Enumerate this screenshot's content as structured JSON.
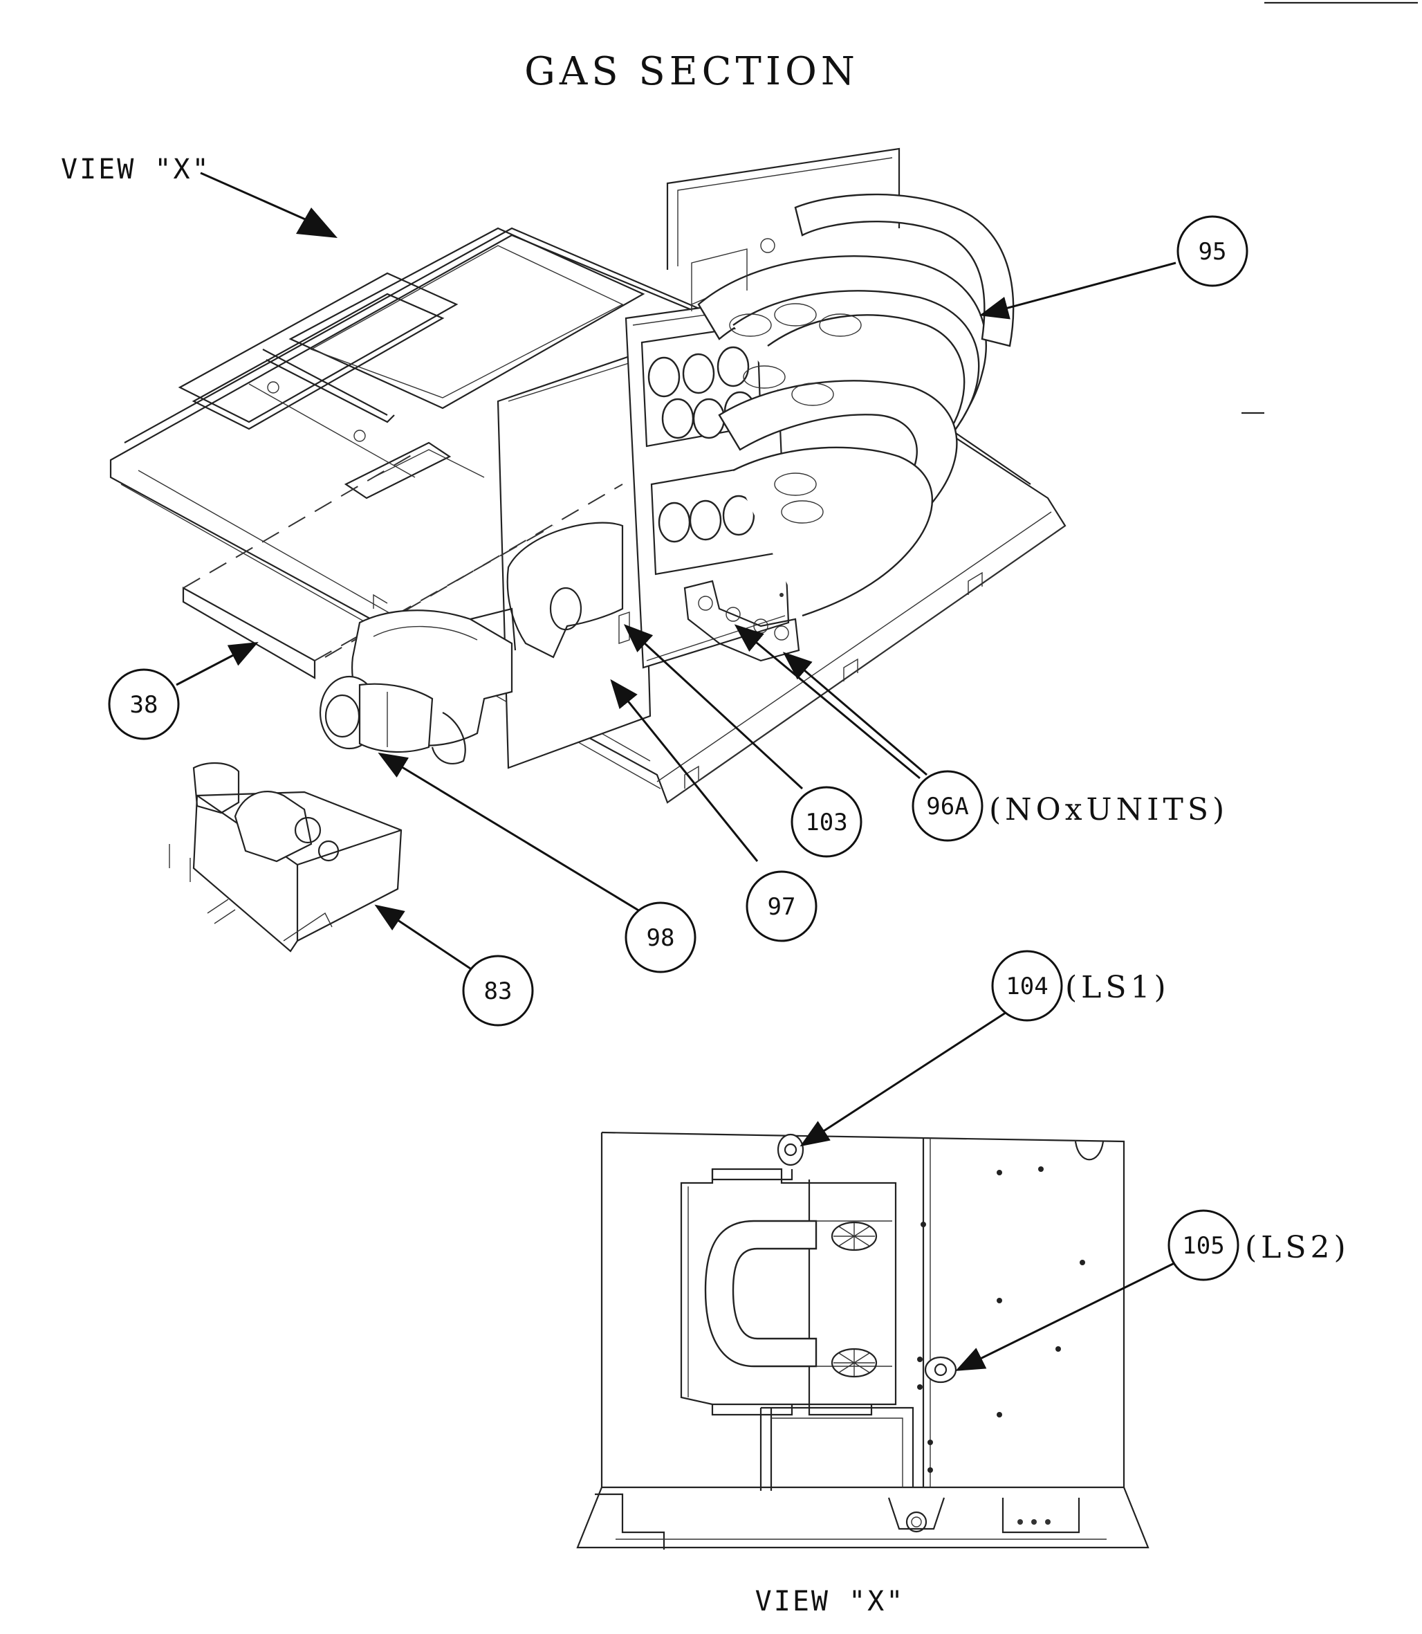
{
  "title": "GAS SECTION",
  "view_label_top": "VIEW \"X\"",
  "view_label_bottom": "VIEW \"X\"",
  "callouts": {
    "c95": "95",
    "c38": "38",
    "c103": "103",
    "c96a": "96A",
    "c97": "97",
    "c98": "98",
    "c83": "83",
    "c104": "104",
    "c105": "105"
  },
  "notes": {
    "nox": "(NOxUNITS)",
    "ls1": "(LS1)",
    "ls2": "(LS2)"
  },
  "colors": {
    "ink": "#111111",
    "paper": "#ffffff"
  }
}
